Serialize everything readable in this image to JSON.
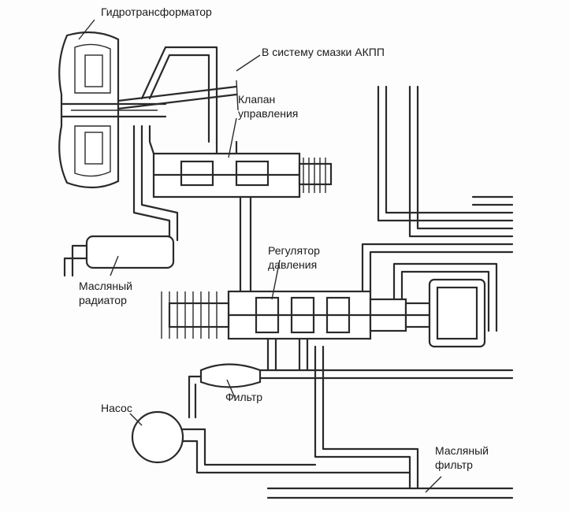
{
  "labels": {
    "torque_converter": "Гидротрансформатор",
    "lubrication": "В систему смазки АКПП",
    "control_valve_1": "Клапан",
    "control_valve_2": "управления",
    "oil_cooler_1": "Масляный",
    "oil_cooler_2": "радиатор",
    "pressure_regulator_1": "Регулятор",
    "pressure_regulator_2": "давления",
    "filter": "Фильтр",
    "pump": "Насос",
    "oil_filter_1": "Масляный",
    "oil_filter_2": "фильтр"
  }
}
